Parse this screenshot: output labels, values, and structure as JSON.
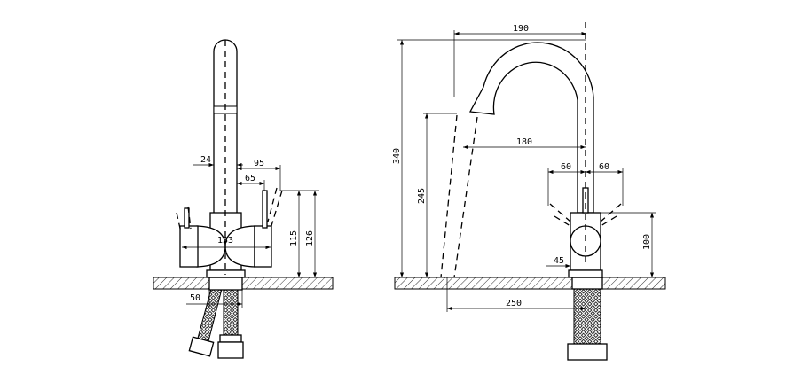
{
  "front_view": {
    "dims": {
      "spout_diameter": "24",
      "handle_reach": "95",
      "spout_offset": "65",
      "body_width": "133",
      "height_body": "115",
      "height_handle": "126",
      "base_width": "50"
    }
  },
  "side_view": {
    "dims": {
      "spout_reach_top": "190",
      "spout_reach_outlet": "180",
      "handle_left": "60",
      "handle_right": "60",
      "total_height": "340",
      "outlet_height": "245",
      "handle_height": "100",
      "body_offset": "45",
      "outlet_distance": "250"
    }
  }
}
